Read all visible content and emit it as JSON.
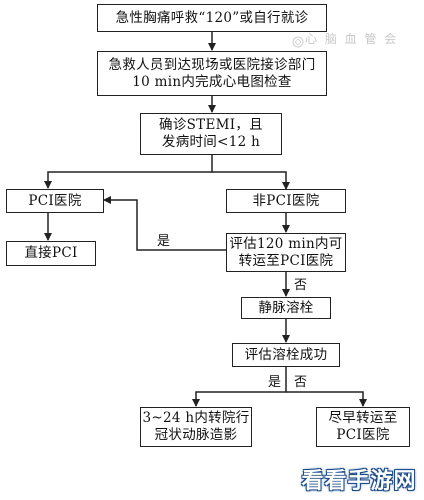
{
  "nodes": {
    "call": {
      "line1": "急性胸痛呼救“120”或自行就诊"
    },
    "arrival": {
      "line1": "急救人员到达现场或医院接诊部门",
      "line2": "10 min内完成心电图检查"
    },
    "diagnosis": {
      "line1": "确诊STEMI，且",
      "line2": "发病时间<12 h"
    },
    "pci_hospital": {
      "line1": "PCI医院"
    },
    "non_pci_hospital": {
      "line1": "非PCI医院"
    },
    "direct_pci": {
      "line1": "直接PCI"
    },
    "assess_transfer": {
      "line1": "评估120 min内可",
      "line2": "转运至PCI医院"
    },
    "thrombolysis": {
      "line1": "静脉溶栓"
    },
    "assess_success": {
      "line1": "评估溶栓成功"
    },
    "transfer_angiography": {
      "line1": "3~24 h内转院行",
      "line2": "冠状动脉造影"
    },
    "early_transfer": {
      "line1": "尽早转运至",
      "line2": "PCI医院"
    }
  },
  "labels": {
    "yes_transfer": "是",
    "no_transfer": "否",
    "yes_success": "是",
    "no_success": "否"
  },
  "watermarks": {
    "top": "心 脑 血 管 会",
    "bottom": "看看手游网"
  }
}
